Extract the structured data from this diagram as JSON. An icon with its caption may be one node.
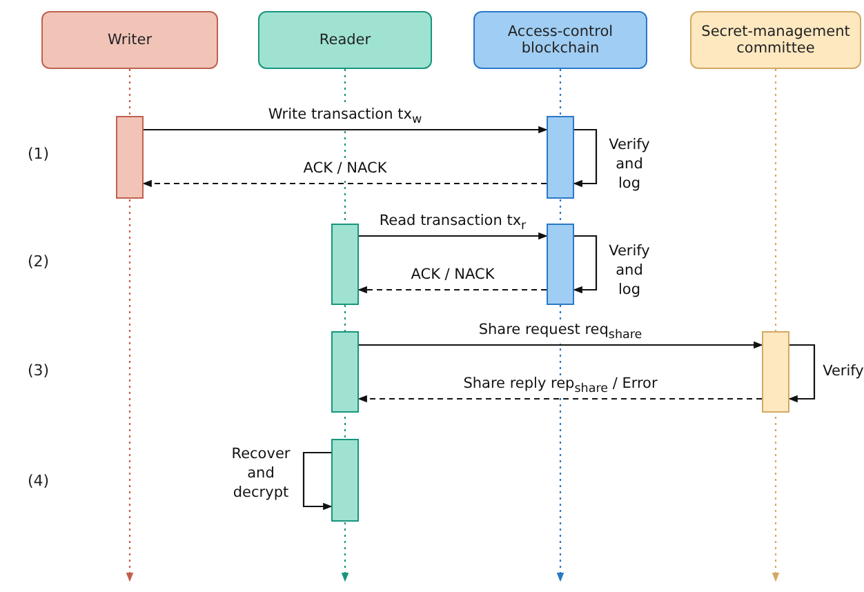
{
  "diagram": {
    "nodes": [
      {
        "text": [
          "Writer"
        ]
      },
      {
        "text": [
          "Reader"
        ]
      },
      {
        "text": [
          "Access-control blockchain"
        ]
      },
      {
        "text": [
          "Secret-management committee"
        ]
      },
      {
        "text": [],
        "shape": "bar"
      },
      {
        "text": [],
        "shape": "bar"
      },
      {
        "text": [],
        "shape": "bar"
      },
      {
        "text": [],
        "shape": "bar"
      },
      {
        "text": [],
        "shape": "bar"
      },
      {
        "text": [],
        "shape": "bar"
      },
      {
        "text": [],
        "shape": "bar"
      }
    ],
    "edges": [
      {
        "from": 0,
        "to": null,
        "arrow": "to",
        "style": "dashed",
        "color": "#c0604f"
      },
      {
        "from": 1,
        "to": null,
        "arrow": "to",
        "style": "dashed",
        "color": "#17957c"
      },
      {
        "from": 2,
        "to": null,
        "arrow": "to",
        "style": "dashed",
        "color": "#2a78c6"
      },
      {
        "from": 3,
        "to": null,
        "arrow": "to",
        "style": "dashed",
        "color": "#d4a862"
      },
      {
        "from": 4,
        "to": 5,
        "arrow": "to",
        "label": "Write transaction tx$_{w}$"
      },
      {
        "from": 5,
        "to": 5,
        "arrow": "to",
        "label": "Verify and log"
      },
      {
        "from": 5,
        "to": 4,
        "arrow": "to",
        "style": "dashed",
        "label": "ACK / NACK"
      },
      {
        "from": 6,
        "to": 7,
        "arrow": "to",
        "label": "Read transaction tx$_{r}$"
      },
      {
        "from": 7,
        "to": 7,
        "arrow": "to",
        "label": "Verify and log"
      },
      {
        "from": 7,
        "to": 6,
        "arrow": "to",
        "style": "dashed",
        "label": "ACK / NACK"
      },
      {
        "from": 8,
        "to": 9,
        "arrow": "to",
        "label": "Share request req$_{share}$"
      },
      {
        "from": 9,
        "to": 9,
        "arrow": "to",
        "label": "Verify"
      },
      {
        "from": 9,
        "to": 8,
        "arrow": "to",
        "style": "dashed",
        "label": "Share reply rep$_{share}$ / Error"
      },
      {
        "from": 10,
        "to": 10,
        "arrow": "to",
        "label": "Recover and decrypt"
      }
    ],
    "labels": [
      "(1)",
      "(2)",
      "(3)",
      "(4)"
    ]
  }
}
